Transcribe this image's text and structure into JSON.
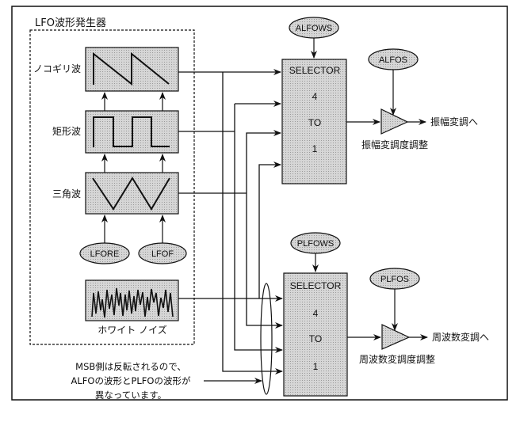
{
  "diagram": {
    "lfo_group_title": "LFO波形発生器",
    "waveforms": [
      {
        "id": "sawtooth",
        "label": "ノコギリ波"
      },
      {
        "id": "square",
        "label": "矩形波"
      },
      {
        "id": "triangle",
        "label": "三角波"
      },
      {
        "id": "white-noise",
        "label": "ホワイト ノイズ"
      }
    ],
    "lfo_params": [
      {
        "id": "lfore",
        "label": "LFORE"
      },
      {
        "id": "lfof",
        "label": "LFOF"
      }
    ],
    "amplitude_path": {
      "select_param": "ALFOWS",
      "selector": {
        "line1": "SELECTOR",
        "line2": "4",
        "line3": "TO",
        "line4": "1"
      },
      "depth_param": "ALFOS",
      "amp_label": "振幅変調度調整",
      "output_label": "振幅変調へ"
    },
    "pitch_path": {
      "select_param": "PLFOWS",
      "selector": {
        "line1": "SELECTOR",
        "line2": "4",
        "line3": "TO",
        "line4": "1"
      },
      "depth_param": "PLFOS",
      "amp_label": "周波数変調度調整",
      "output_label": "周波数変調へ"
    },
    "note": {
      "line1": "MSB側は反転されるので、",
      "line2": "ALFOの波形とPLFOの波形が",
      "line3": "異なっています。"
    },
    "colors": {
      "box_fill": "#c8c8c8",
      "stroke": "#111111",
      "background": "#ffffff"
    }
  }
}
